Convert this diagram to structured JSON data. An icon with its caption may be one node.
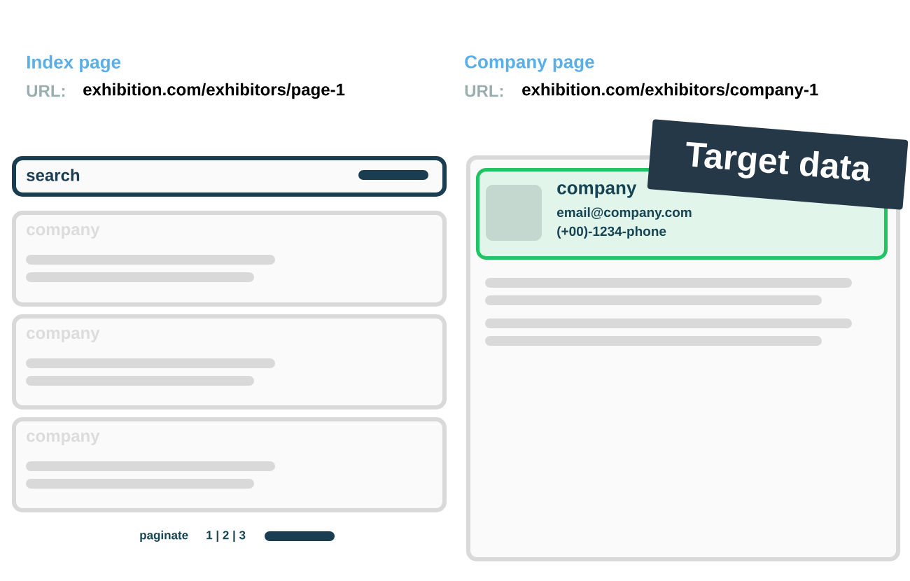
{
  "diagram": {
    "nodes": [
      {
        "text": [
          "search"
        ]
      },
      {
        "text": [
          "company"
        ]
      },
      {
        "text": [
          "company"
        ]
      },
      {
        "text": [
          "company"
        ]
      },
      {
        "text": [],
        "shape": "box"
      },
      {
        "text": [
          "company",
          "email@company.com",
          "(+00)-1234-phone"
        ],
        "in": 4
      },
      {
        "text": [
          "Target data"
        ]
      }
    ],
    "labels": [
      "Index page",
      "URL:",
      "exhibition.com/exhibitors/page-1",
      "Company page",
      "URL:",
      "exhibition.com/exhibitors/company-1",
      "paginate",
      "1 | 2 | 3"
    ]
  }
}
